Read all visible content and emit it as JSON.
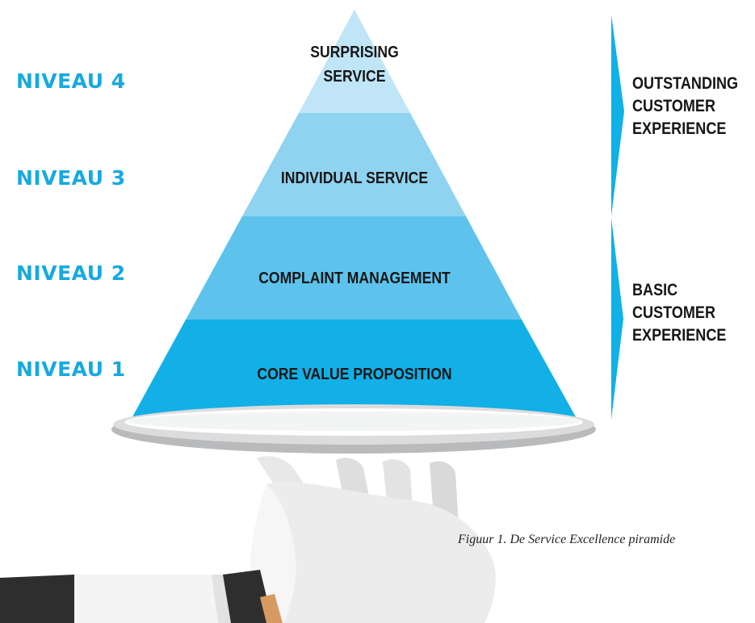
{
  "levels": [
    {
      "label": "NIVEAU 4",
      "tier": "SURPRISING SERVICE",
      "tier_lines": [
        "SURPRISING",
        "SERVICE"
      ],
      "color": "#bfe5f7"
    },
    {
      "label": "NIVEAU 3",
      "tier": "INDIVIDUAL SERVICE",
      "color": "#8fd3f1"
    },
    {
      "label": "NIVEAU 2",
      "tier": "COMPLAINT MANAGEMENT",
      "color": "#5dc3ec"
    },
    {
      "label": "NIVEAU 1",
      "tier": "CORE VALUE PROPOSITION",
      "color": "#12b0e6"
    }
  ],
  "experience": {
    "outstanding": [
      "OUTSTANDING",
      "CUSTOMER",
      "EXPERIENCE"
    ],
    "basic": [
      "BASIC",
      "CUSTOMER",
      "EXPERIENCE"
    ]
  },
  "caption": "Figuur 1. De Service Excellence piramide",
  "colors": {
    "label_blue": "#17a9e0",
    "arrow_blue": "#0fb1e6",
    "tray": "#d9dadb",
    "glove": "#ececec",
    "sleeve": "#2e2e2e"
  }
}
